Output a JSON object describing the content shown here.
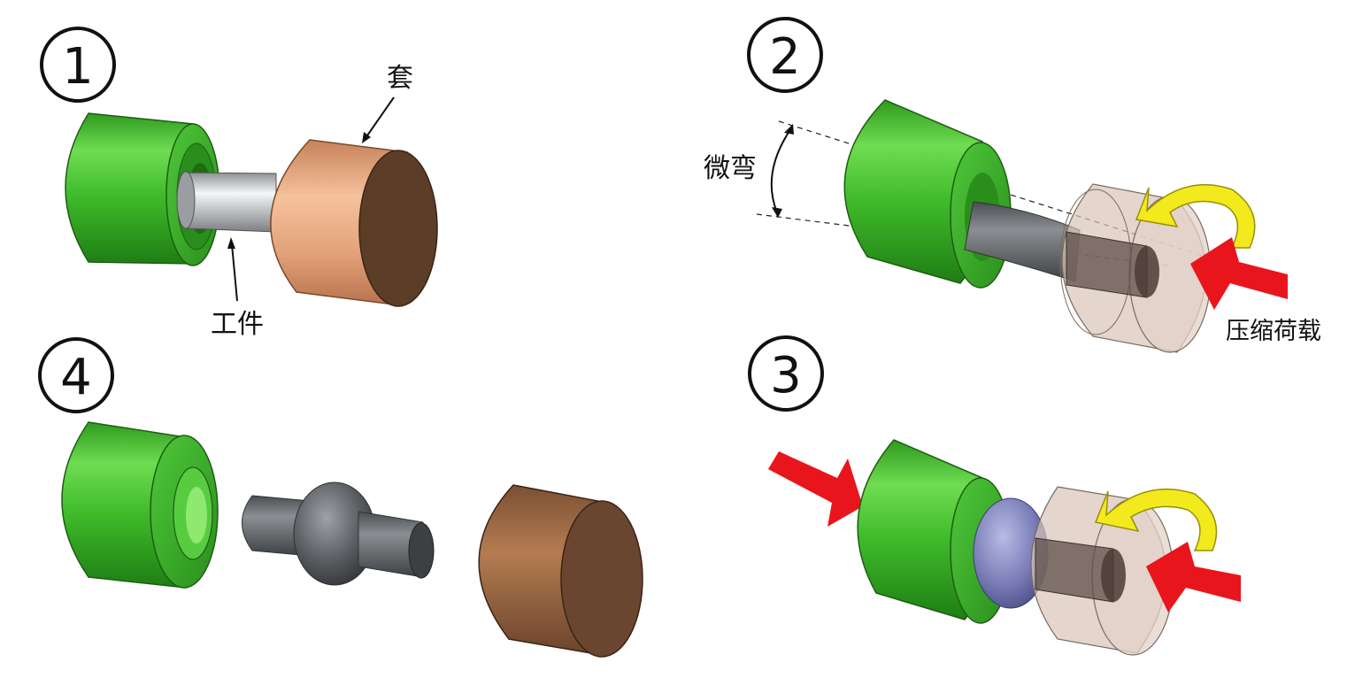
{
  "steps": [
    {
      "number": "1",
      "labels": {
        "sleeve": "套",
        "workpiece": "工件"
      }
    },
    {
      "number": "2",
      "labels": {
        "slight_bend": "微弯",
        "compressive_load": "压缩荷载"
      }
    },
    {
      "number": "3",
      "labels": {}
    },
    {
      "number": "4",
      "labels": {}
    }
  ],
  "colors": {
    "die_green": "#3fb82a",
    "sleeve_copper": "#e0a276",
    "sleeve_face_brown": "#5b3d28",
    "workpiece_silver": "#c8cacc",
    "workpiece_dark": "#5b5e62",
    "translucent_sleeve": "#d8c4b8",
    "load_arrow_red": "#e8161c",
    "rotation_arrow_yellow": "#f2ea1c",
    "bulge_blue": "#7c7fb8"
  },
  "icons": [
    "compression-arrow-icon",
    "rotation-arrow-icon",
    "leader-arrow-icon"
  ]
}
